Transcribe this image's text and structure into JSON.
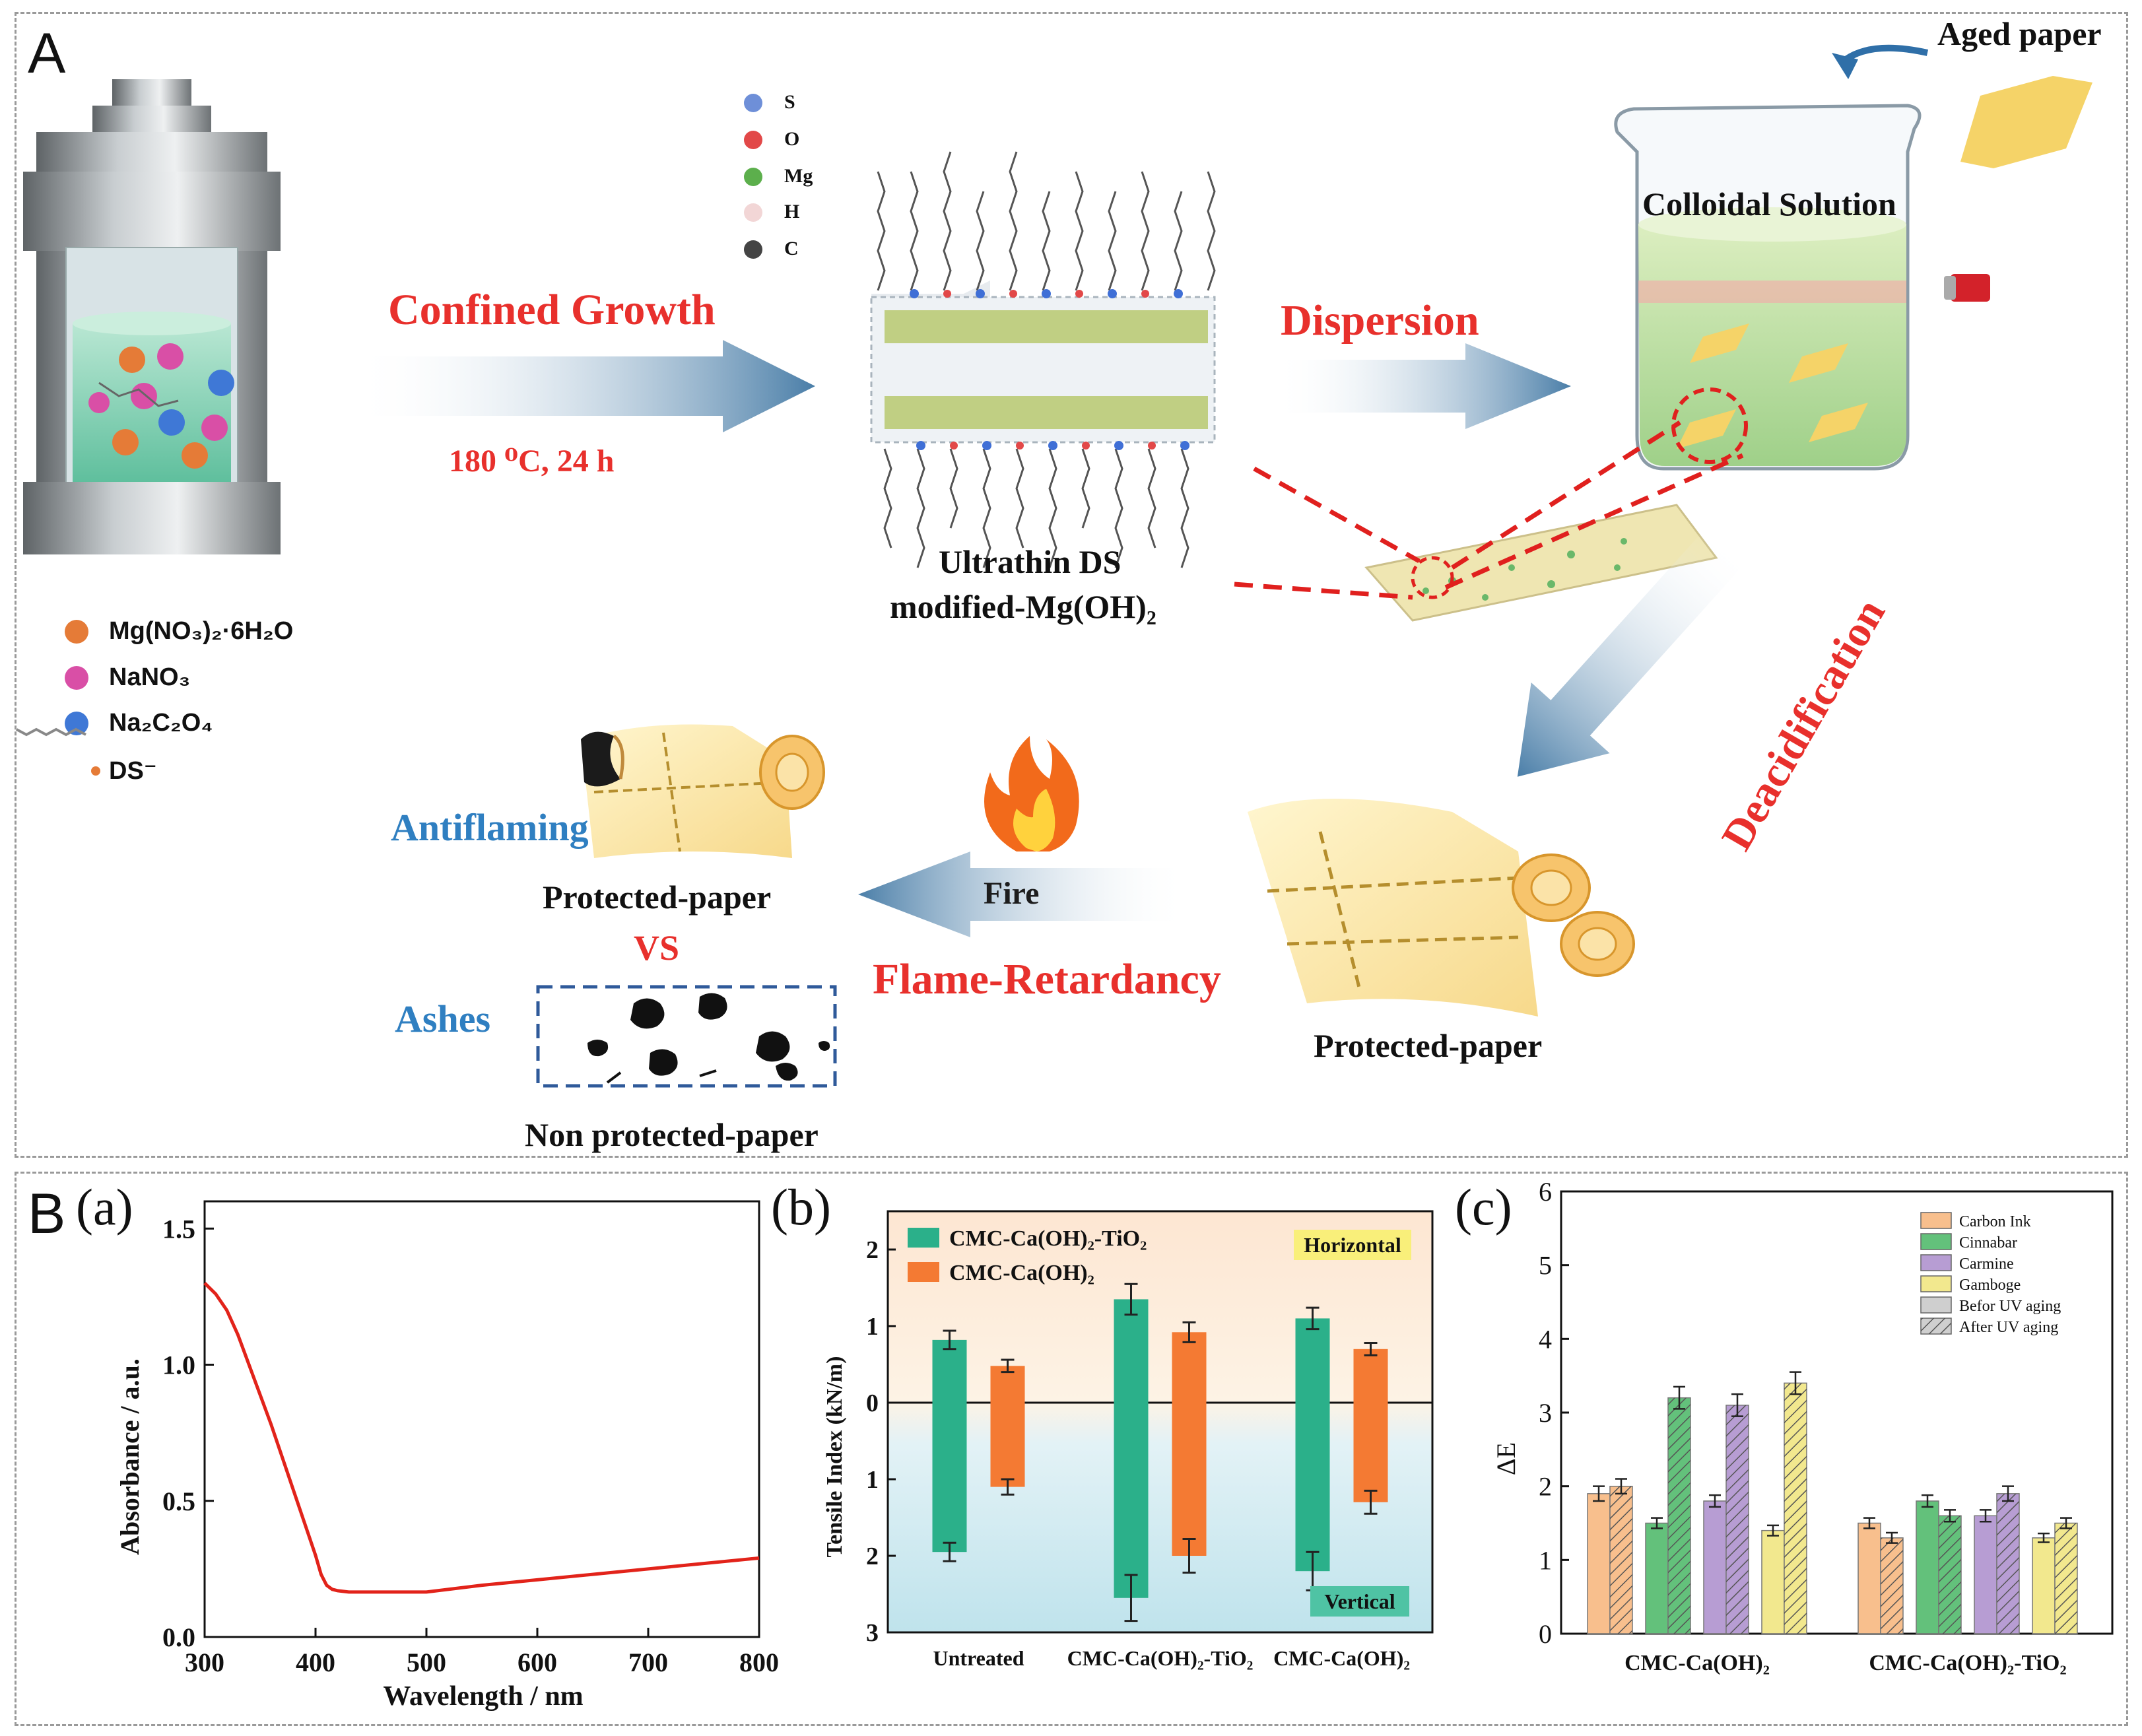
{
  "panel_a": {
    "letter": "A",
    "reagents": [
      "Mg(NO₃)₂·6H₂O",
      "NaNO₃",
      "Na₂C₂O₄",
      "DS⁻"
    ],
    "atoms": [
      "S",
      "O",
      "Mg",
      "H",
      "C"
    ],
    "confined_growth": "Confined Growth",
    "condition": "180 ⁰C, 24 h",
    "material_line1": "Ultrathin DS",
    "material_line2": "modified-Mg(OH)₂",
    "dispersion": "Dispersion",
    "aged_paper": "Aged paper",
    "colloidal": "Colloidal Solution",
    "deacidification": "Deacidification",
    "protected_paper_right": "Protected-paper",
    "fire": "Fire",
    "flame_retardancy": "Flame-Retardancy",
    "antiflaming": "Antiflaming",
    "protected_paper_left": "Protected-paper",
    "vs": "VS",
    "ashes": "Ashes",
    "non_protected": "Non protected-paper",
    "colors": {
      "red": "#e8302c",
      "blue": "#2f7fc1",
      "arrow": "#4a7ea8"
    }
  },
  "panel_b": {
    "letter": "B"
  },
  "chart_data": [
    {
      "panel": "(a)",
      "type": "line",
      "xlabel": "Wavelength / nm",
      "ylabel": "Absorbance / a.u.",
      "xlim": [
        300,
        800
      ],
      "ylim": [
        0,
        1.6
      ],
      "xticks": [
        300,
        400,
        500,
        600,
        700,
        800
      ],
      "yticks": [
        0.0,
        0.5,
        1.0,
        1.5
      ],
      "ytick_labels": [
        "0.0",
        "0.5",
        "1.0",
        "1.5"
      ],
      "series": [
        {
          "color": "#e2231a",
          "x": [
            300,
            310,
            320,
            330,
            340,
            350,
            360,
            370,
            380,
            390,
            400,
            405,
            410,
            415,
            420,
            430,
            440,
            460,
            480,
            500,
            550,
            600,
            650,
            700,
            750,
            800
          ],
          "y": [
            1.3,
            1.26,
            1.2,
            1.11,
            1.0,
            0.89,
            0.78,
            0.66,
            0.54,
            0.42,
            0.3,
            0.23,
            0.19,
            0.175,
            0.17,
            0.165,
            0.165,
            0.165,
            0.165,
            0.165,
            0.19,
            0.21,
            0.23,
            0.25,
            0.27,
            0.29
          ]
        }
      ]
    },
    {
      "panel": "(b)",
      "type": "bar",
      "ylabel": "Tensile Index (kN/m)",
      "categories": [
        "Untreated",
        "CMC-Ca(OH)₂-TiO₂",
        "CMC-Ca(OH)₂"
      ],
      "ylim": [
        -3,
        2.5
      ],
      "yticks": [
        -3,
        -2,
        -1,
        0,
        1,
        2
      ],
      "ytick_labels": [
        "3",
        "2",
        "1",
        "0",
        "1",
        "2"
      ],
      "labels": {
        "horizontal": "Horizontal",
        "vertical": "Vertical"
      },
      "series": [
        {
          "name": "CMC-Ca(OH)₂-TiO₂",
          "color": "#2bb08a",
          "horizontal": [
            0.82,
            1.35,
            1.1
          ],
          "horizontal_err": [
            0.12,
            0.2,
            0.14
          ],
          "vertical": [
            1.95,
            2.55,
            2.2
          ],
          "vertical_err": [
            0.12,
            0.3,
            0.25
          ]
        },
        {
          "name": "CMC-Ca(OH)₂",
          "color": "#f47a33",
          "horizontal": [
            0.48,
            0.92,
            0.7
          ],
          "horizontal_err": [
            0.08,
            0.13,
            0.08
          ],
          "vertical": [
            1.1,
            2.0,
            1.3
          ],
          "vertical_err": [
            0.1,
            0.22,
            0.15
          ]
        }
      ]
    },
    {
      "panel": "(c)",
      "type": "bar",
      "ylabel": "ΔE",
      "categories": [
        "CMC-Ca(OH)₂",
        "CMC-Ca(OH)₂-TiO₂"
      ],
      "ylim": [
        0,
        6
      ],
      "yticks": [
        0,
        1,
        2,
        3,
        4,
        5,
        6
      ],
      "legend": [
        "Carbon Ink",
        "Cinnabar",
        "Carmine",
        "Gamboge",
        "Befor UV aging",
        "After UV aging"
      ],
      "series": [
        {
          "name": "Carbon Ink",
          "color": "#f8bf8d",
          "before": [
            1.9,
            1.5
          ],
          "after": [
            2.0,
            1.3
          ],
          "err_before": [
            0.1,
            0.07
          ],
          "err_after": [
            0.1,
            0.07
          ]
        },
        {
          "name": "Cinnabar",
          "color": "#63c17b",
          "before": [
            1.5,
            1.8
          ],
          "after": [
            3.2,
            1.6
          ],
          "err_before": [
            0.07,
            0.08
          ],
          "err_after": [
            0.15,
            0.08
          ]
        },
        {
          "name": "Carmine",
          "color": "#b79dd3",
          "before": [
            1.8,
            1.6
          ],
          "after": [
            3.1,
            1.9
          ],
          "err_before": [
            0.08,
            0.08
          ],
          "err_after": [
            0.15,
            0.1
          ]
        },
        {
          "name": "Gamboge",
          "color": "#f2e88e",
          "before": [
            1.4,
            1.3
          ],
          "after": [
            3.4,
            1.5
          ],
          "err_before": [
            0.07,
            0.06
          ],
          "err_after": [
            0.15,
            0.07
          ]
        }
      ]
    }
  ]
}
